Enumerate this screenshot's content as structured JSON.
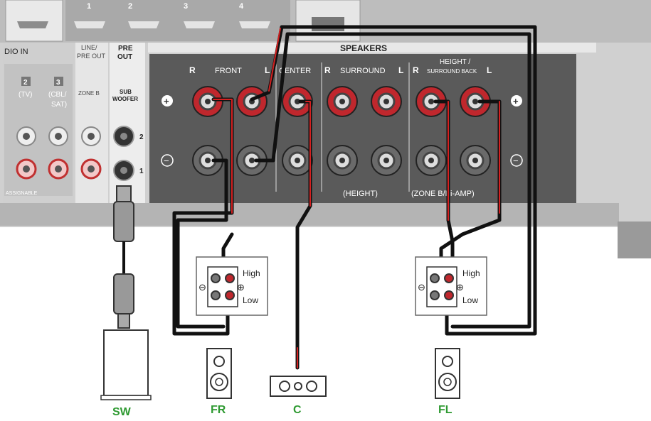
{
  "hdmi_numbers": [
    "1",
    "2",
    "3",
    "4"
  ],
  "audio_in": {
    "label": "DIO IN",
    "input2_num": "2",
    "input2_name": "(TV)",
    "input3_num": "3",
    "input3_name_l1": "(CBL/",
    "input3_name_l2": "SAT)",
    "assignable": "ASSIGNABLE"
  },
  "line_pre_out": {
    "label_l1": "LINE/",
    "label_l2": "PRE OUT",
    "zone": "ZONE B"
  },
  "pre_out": {
    "label_l1": "PRE",
    "label_l2": "OUT",
    "sub_l1": "SUB",
    "sub_l2": "WOOFER",
    "jack1": "1",
    "jack2": "2"
  },
  "speakers": {
    "title": "SPEAKERS",
    "r": "R",
    "l": "L",
    "front": "FRONT",
    "center": "CENTER",
    "surround": "SURROUND",
    "height_l1": "HEIGHT /",
    "height_l2": "SURROUND BACK",
    "height_note": "(HEIGHT)",
    "zoneb_note": "(ZONE B/Bi-AMP)",
    "plus": "+",
    "minus": "−"
  },
  "bi_amp_box": {
    "high": "High",
    "low": "Low",
    "plus": "⊕",
    "minus": "⊖"
  },
  "devices": {
    "sw": "SW",
    "fr": "FR",
    "c": "C",
    "fl": "FL"
  },
  "colors": {
    "panel": "#5a5a5a",
    "chassis": "#c8c8c8",
    "terminal_red": "#c0272d",
    "wire": "#111111",
    "wire_red": "#d42020",
    "label_green": "#2f9a32"
  }
}
